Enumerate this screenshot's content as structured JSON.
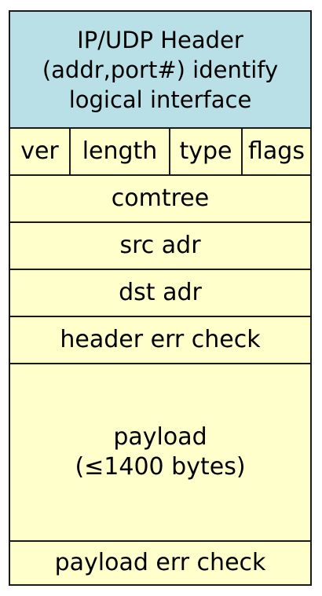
{
  "header": {
    "lines": [
      "IP/UDP Header",
      "(addr,port#) identify",
      "logical interface"
    ]
  },
  "fields": {
    "ver": "ver",
    "length": "length",
    "type": "type",
    "flags": "flags"
  },
  "rows": {
    "comtree": "comtree",
    "src_adr": "src adr",
    "dst_adr": "dst adr",
    "header_err_check": "header err check",
    "payload_err_check": "payload err check"
  },
  "payload": {
    "lines": [
      "payload",
      "(≤1400 bytes)"
    ]
  },
  "colors": {
    "header_fill": "#b9e0e6",
    "field_fill": "#ffffcc",
    "border": "#1a1a1a"
  }
}
